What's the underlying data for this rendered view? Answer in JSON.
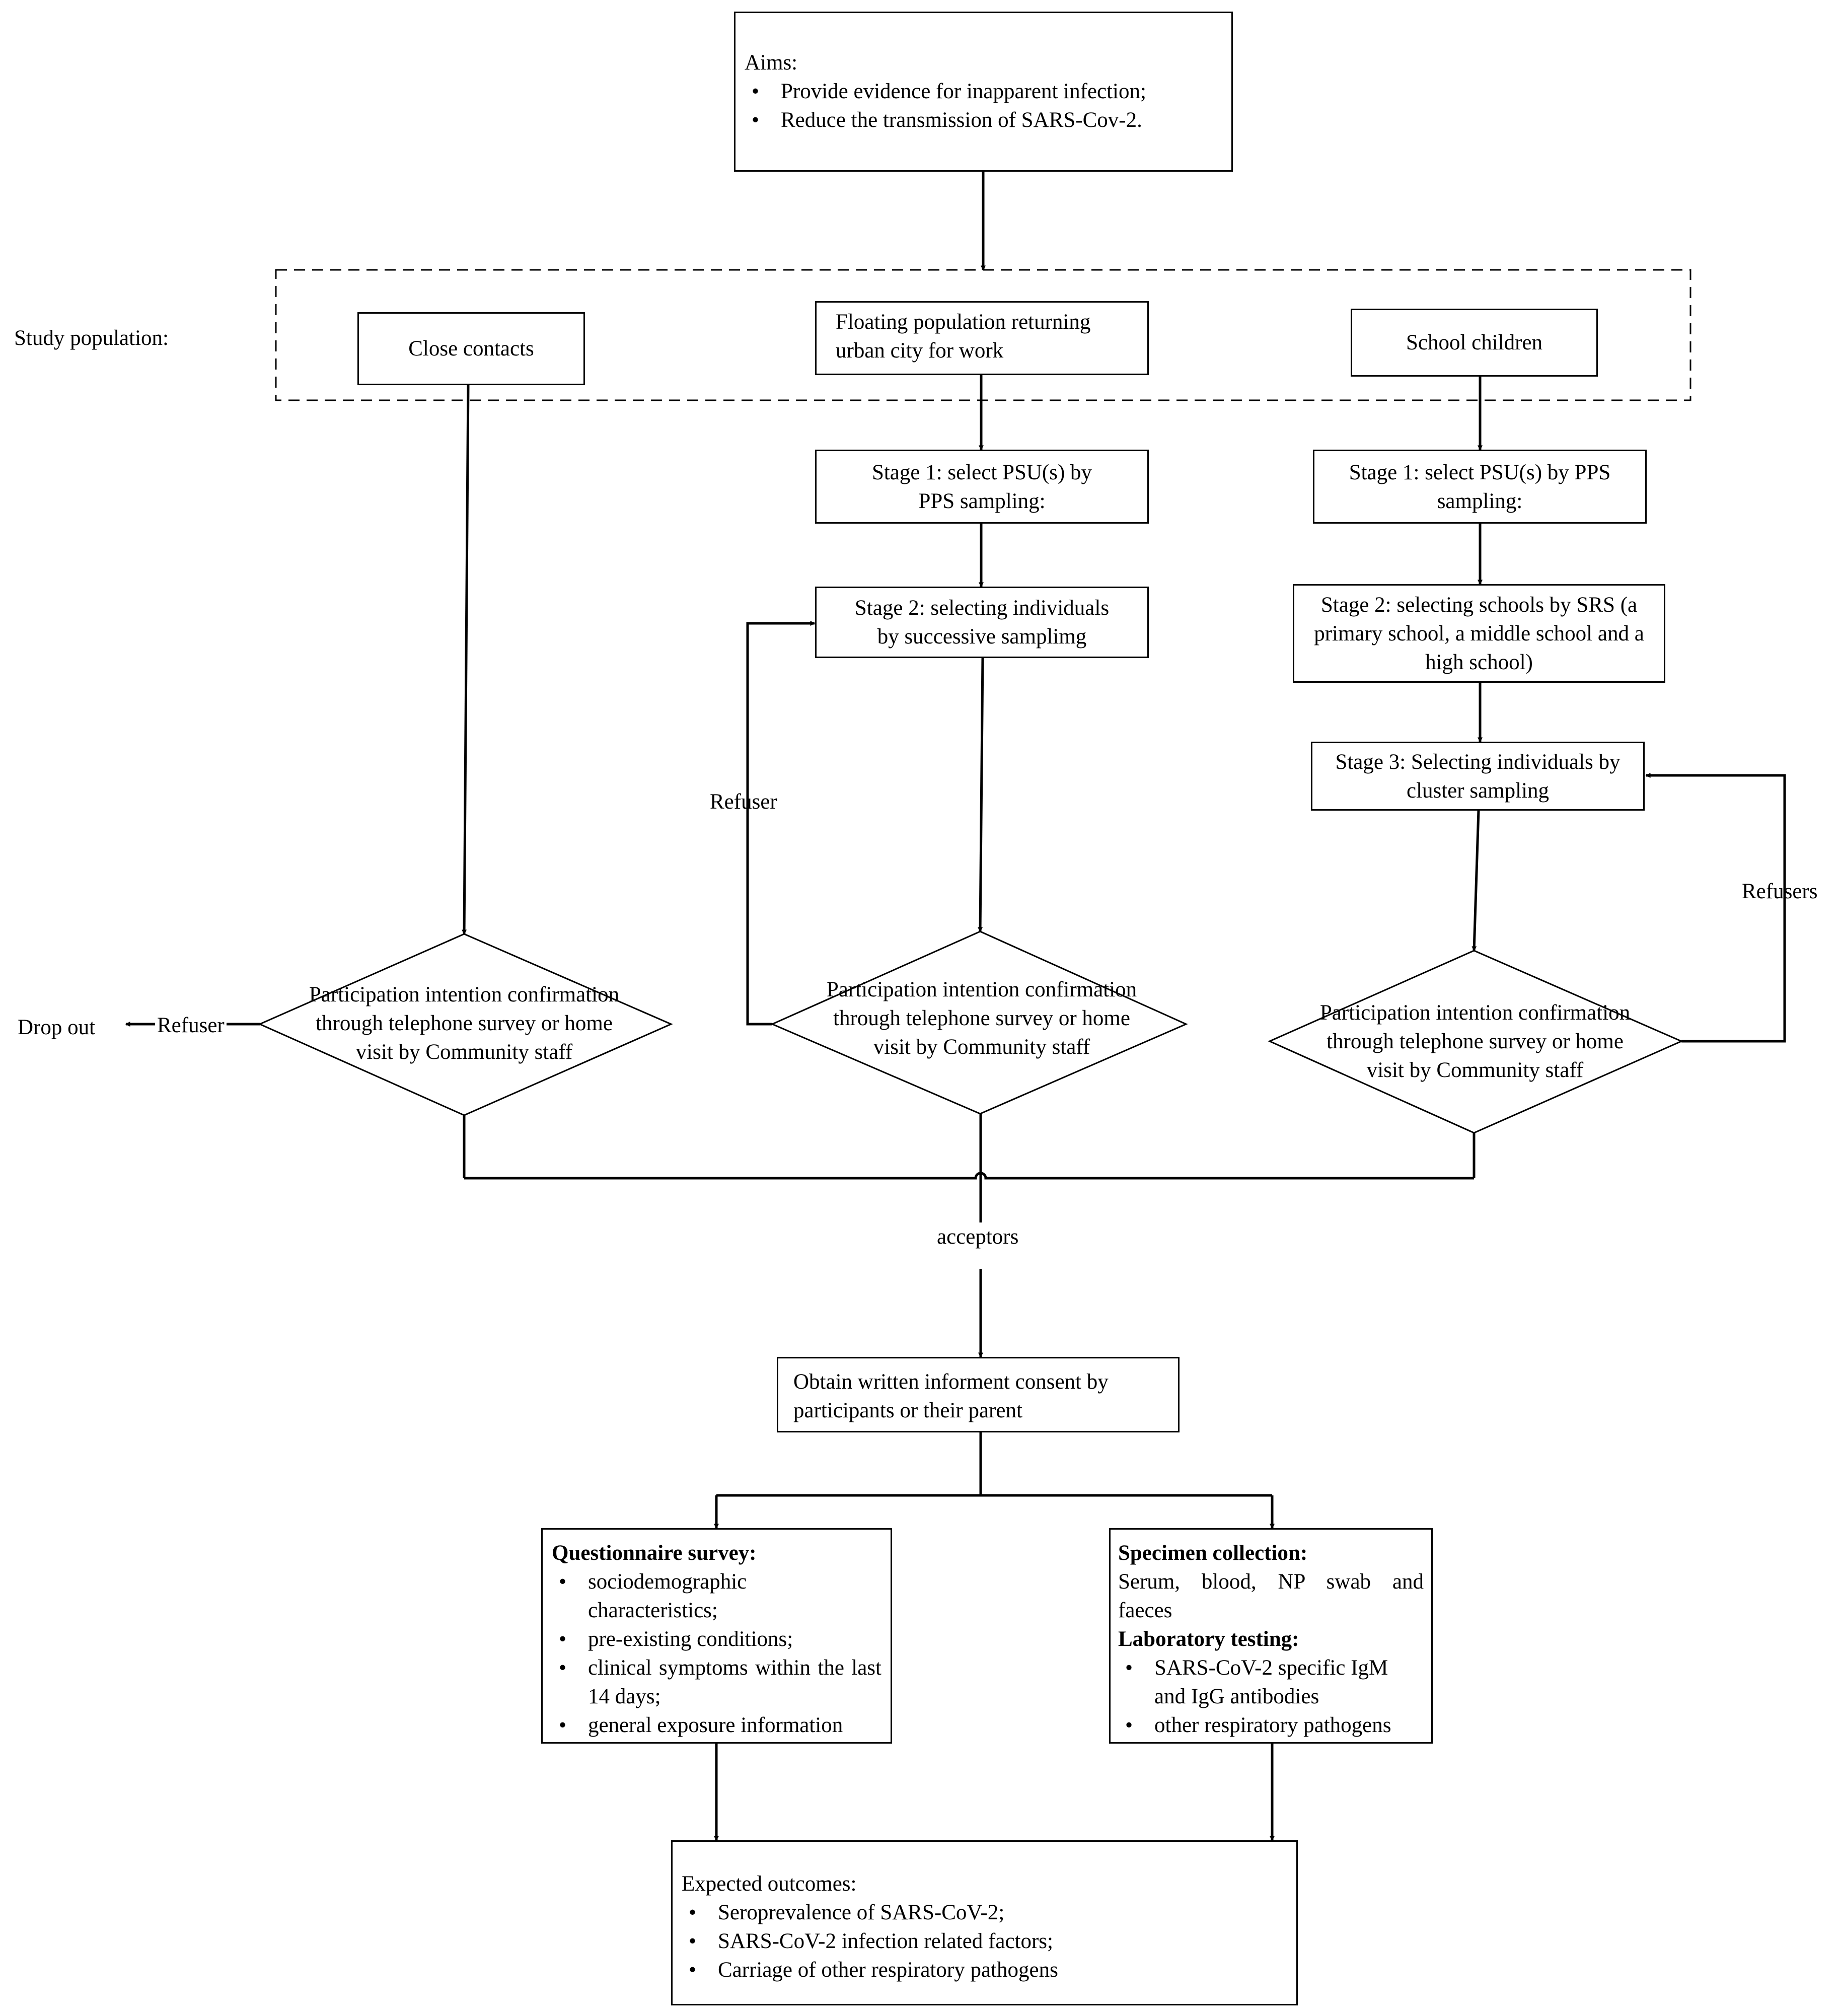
{
  "aims": {
    "title": "Aims:",
    "items": [
      "Provide evidence for inapparent infection;",
      "Reduce the transmission of SARS-Cov-2."
    ]
  },
  "study_population": {
    "label": "Study population:",
    "close_contacts": "Close contacts",
    "floating": "Floating population returning urban city for work",
    "school": "School children"
  },
  "floating_branch": {
    "stage1": "Stage 1: select PSU(s) by PPS sampling:",
    "stage2": "Stage 2: selecting individuals by successive samplimg",
    "refuser": "Refuser"
  },
  "school_branch": {
    "stage1": "Stage 1: select PSU(s) by PPS sampling:",
    "stage2": "Stage 2: selecting schools by SRS (a primary school, a middle school and a high school)",
    "stage3": "Stage 3: Selecting individuals by cluster sampling",
    "refusers": "Refusers"
  },
  "decision_text": "Participation intention confirmation through telephone survey or home visit by Community staff",
  "dropout": {
    "label": "Drop out",
    "refuser": "Refuser"
  },
  "acceptors": "acceptors",
  "consent": "Obtain written informent consent by participants or their parent",
  "questionnaire": {
    "title": "Questionnaire survey:",
    "items": [
      "sociodemographic characteristics;",
      "pre-existing conditions;",
      "clinical symptoms within the last 14 days;",
      "general exposure information"
    ]
  },
  "specimen": {
    "title": "Specimen collection:",
    "text": "Serum, blood, NP swab and faeces",
    "lab_title": "Laboratory testing:",
    "lab_items": [
      "SARS-CoV-2 specific IgM and IgG antibodies",
      "other respiratory pathogens"
    ]
  },
  "outcomes": {
    "title": "Expected outcomes:",
    "items": [
      "Seroprevalence of SARS-CoV-2;",
      "SARS-CoV-2 infection related factors;",
      "Carriage of other respiratory pathogens"
    ]
  }
}
